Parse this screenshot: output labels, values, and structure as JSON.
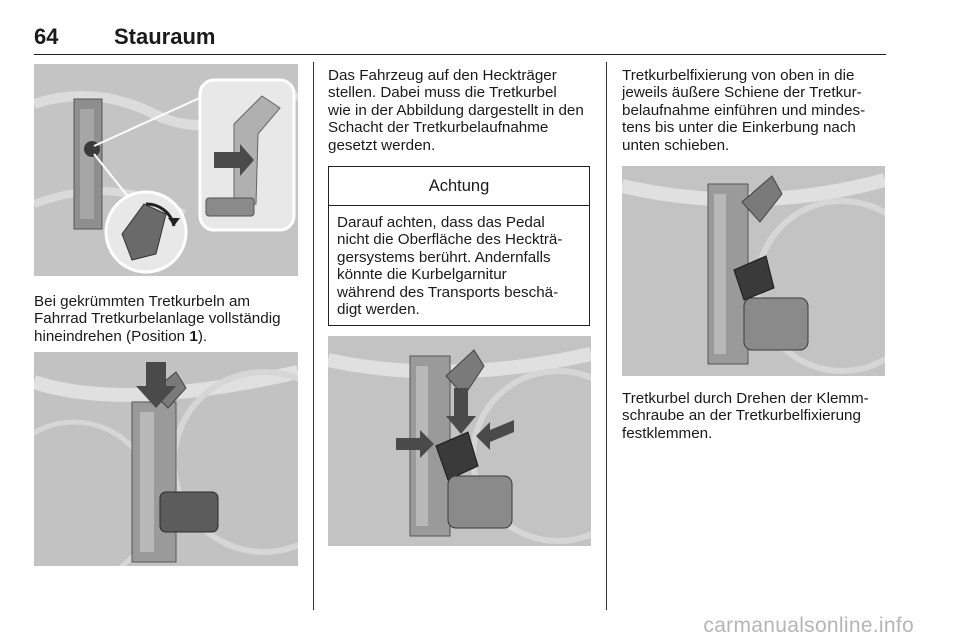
{
  "header": {
    "page_number": "64",
    "chapter_title": "Stauraum"
  },
  "col1": {
    "caption_line1": "Bei gekrümmten Tretkurbeln am",
    "caption_line2": "Fahrrad Tretkurbelanlage vollständig",
    "caption_line3_pre": "hineindrehen (Position ",
    "caption_line3_bold": "1",
    "caption_line3_post": ")."
  },
  "col2": {
    "para_lines": [
      "Das Fahrzeug auf den Heckträger",
      "stellen. Dabei muss die Tretkurbel",
      "wie in der Abbildung dargestellt in den",
      "Schacht der Tretkurbelaufnahme",
      "gesetzt werden."
    ],
    "warning_title": "Achtung",
    "warning_lines": [
      "Darauf achten, dass das Pedal",
      "nicht die Oberfläche des Heckträ-",
      "gersystems berührt. Andernfalls",
      "könnte die Kurbelgarnitur",
      "während des Transports beschä-",
      "digt werden."
    ]
  },
  "col3": {
    "para1_lines": [
      "Tretkurbelfixierung von oben in die",
      "jeweils äußere Schiene der Tretkur-",
      "belaufnahme einführen und mindes-",
      "tens bis unter die Einkerbung nach",
      "unten schieben."
    ],
    "para2_lines": [
      "Tretkurbel durch Drehen der Klemm-",
      "schraube an der Tretkurbelfixierung",
      "festklemmen."
    ]
  },
  "watermark": "carmanualsonline.info"
}
